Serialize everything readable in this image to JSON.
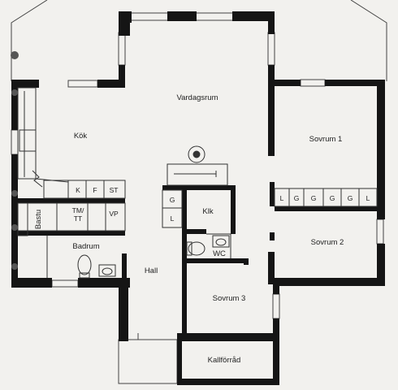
{
  "rooms": {
    "vardagsrum": "Vardagsrum",
    "kok": "Kök",
    "sovrum1": "Sovrum 1",
    "sovrum2": "Sovrum 2",
    "sovrum3": "Sovrum 3",
    "hall": "Hall",
    "badrum": "Badrum",
    "bastu": "Bastu",
    "klk": "Klk",
    "wc": "WC",
    "kallforrad": "Kallförråd"
  },
  "fixtures": {
    "k": "K",
    "f": "F",
    "st": "ST",
    "tm": "TM/",
    "tt": "TT",
    "vp": "VP",
    "g": "G",
    "l": "L"
  },
  "colors": {
    "wall": "#151515",
    "paper": "#f2f1ee",
    "line": "#333333"
  }
}
